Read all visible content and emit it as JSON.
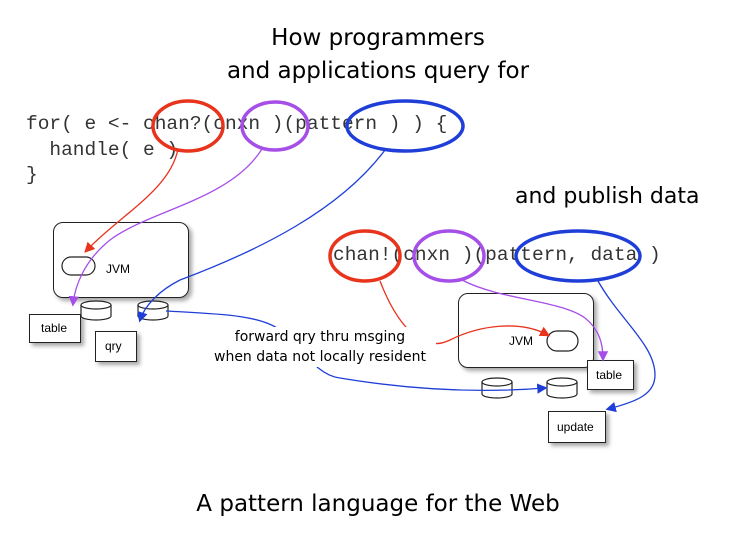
{
  "title": {
    "line1": "How programmers",
    "line2": "and applications query for"
  },
  "query_code": {
    "line1_prefix": "for( e <- ",
    "chan": "chan?",
    "open1": "(",
    "cnxn": "cnxn",
    "mid": " )(",
    "pattern": "pattern",
    "suffix": " ) ) {",
    "line2": "  handle( e )",
    "line3": "}"
  },
  "publish": {
    "heading": "and publish data",
    "chan": "chan!",
    "open1": "(",
    "cnxn": "cnxn",
    "mid": " )(",
    "pattern": "pattern,",
    "suffix": " data )"
  },
  "left_node": {
    "jvm_label": "JVM",
    "table_label": "table",
    "qry_label": "qry"
  },
  "right_node": {
    "jvm_label": "JVM",
    "table_label": "table",
    "update_label": "update"
  },
  "caption": {
    "line1": "forward qry thru msging",
    "line2": "when data not locally resident"
  },
  "footer": "A pattern language for the Web",
  "colors": {
    "chan": "#e8341c",
    "cnxn": "#a64ee8",
    "pattern": "#1f3ed8"
  }
}
